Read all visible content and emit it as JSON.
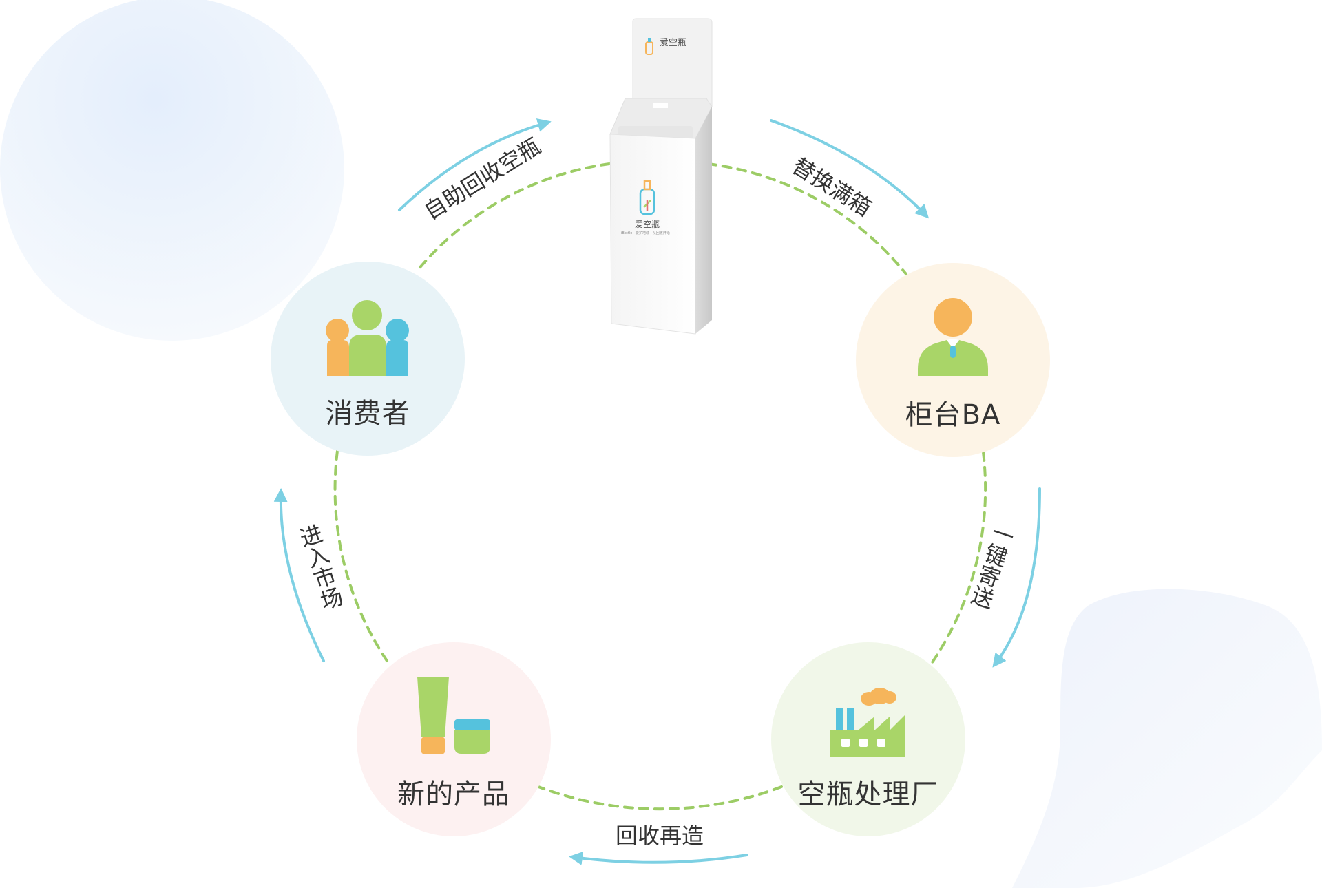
{
  "colors": {
    "dash": "#9ccc65",
    "arrow": "#7dd0e3",
    "orange": "#f6b55b",
    "green": "#a9d568",
    "blue": "#55c2dd",
    "text": "#333333"
  },
  "nodes": {
    "consumer": {
      "label": "消费者",
      "icon": "people-icon",
      "bg": "#e8f3f7"
    },
    "counter_ba": {
      "label": "柜台BA",
      "icon": "staff-person-icon",
      "bg": "#fdf4e6"
    },
    "factory": {
      "label": "空瓶处理厂",
      "icon": "factory-icon",
      "bg": "#f1f7e9"
    },
    "new_product": {
      "label": "新的产品",
      "icon": "cosmetics-icon",
      "bg": "#fdf1f1"
    }
  },
  "machine": {
    "brand": "爱空瓶",
    "brand_sub": "iBottle · 爱护地球 · 从回收开始"
  },
  "flows": {
    "self_recycle": "自助回收空瓶",
    "replace_box": "替换满箱",
    "one_click_ship": "一键寄送",
    "recycle_remake": "回收再造",
    "enter_market": "进入市场"
  }
}
